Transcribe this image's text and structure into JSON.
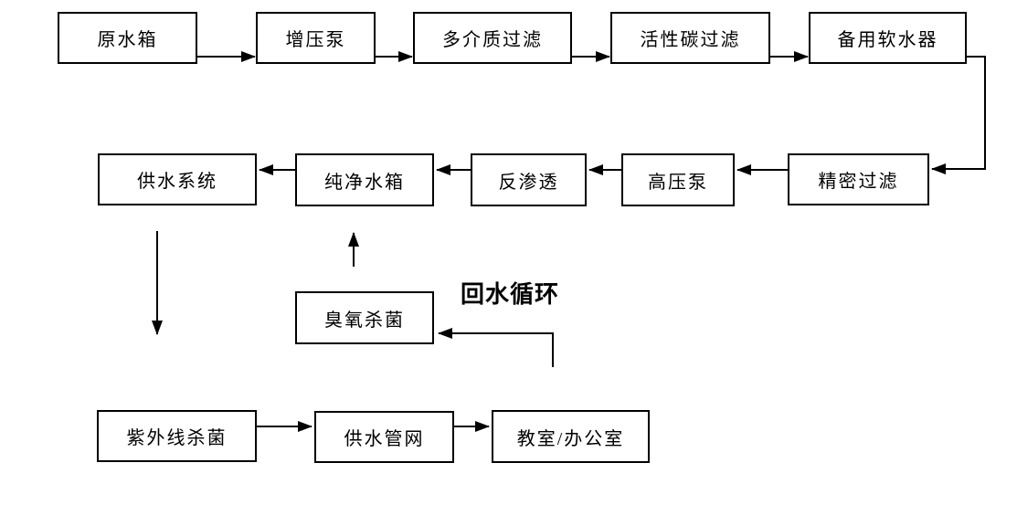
{
  "diagram": {
    "background_color": "#ffffff",
    "line_color": "#000000",
    "annotation": {
      "return_loop_label": "回水循环"
    },
    "nodes": {
      "raw_water_tank": {
        "label": "原水箱"
      },
      "booster_pump": {
        "label": "增压泵"
      },
      "multi_media_filter": {
        "label": "多介质过滤"
      },
      "carbon_filter": {
        "label": "活性碳过滤"
      },
      "backup_softener": {
        "label": "备用软水器"
      },
      "supply_system": {
        "label": "供水系统"
      },
      "pure_water_tank": {
        "label": "纯净水箱"
      },
      "reverse_osmosis": {
        "label": "反渗透"
      },
      "high_pressure_pump": {
        "label": "高压泵"
      },
      "precision_filter": {
        "label": "精密过滤"
      },
      "ozone_sterilizer": {
        "label": "臭氧杀菌"
      },
      "uv_sterilizer": {
        "label": "紫外线杀菌"
      },
      "pipe_network": {
        "label": "供水管网"
      },
      "classroom_office": {
        "label": "教室/办公室"
      }
    },
    "edges": [
      {
        "from": "原水箱",
        "to": "增压泵"
      },
      {
        "from": "增压泵",
        "to": "多介质过滤"
      },
      {
        "from": "多介质过滤",
        "to": "活性碳过滤"
      },
      {
        "from": "活性碳过滤",
        "to": "备用软水器"
      },
      {
        "from": "备用软水器",
        "to": "精密过滤"
      },
      {
        "from": "精密过滤",
        "to": "高压泵"
      },
      {
        "from": "高压泵",
        "to": "反渗透"
      },
      {
        "from": "反渗透",
        "to": "纯净水箱"
      },
      {
        "from": "纯净水箱",
        "to": "供水系统"
      },
      {
        "from": "供水系统",
        "to": "紫外线杀菌"
      },
      {
        "from": "紫外线杀菌",
        "to": "供水管网"
      },
      {
        "from": "供水管网",
        "to": "教室/办公室"
      },
      {
        "from": "教室/办公室",
        "to": "臭氧杀菌",
        "label": "回水循环"
      },
      {
        "from": "臭氧杀菌",
        "to": "纯净水箱"
      }
    ]
  }
}
